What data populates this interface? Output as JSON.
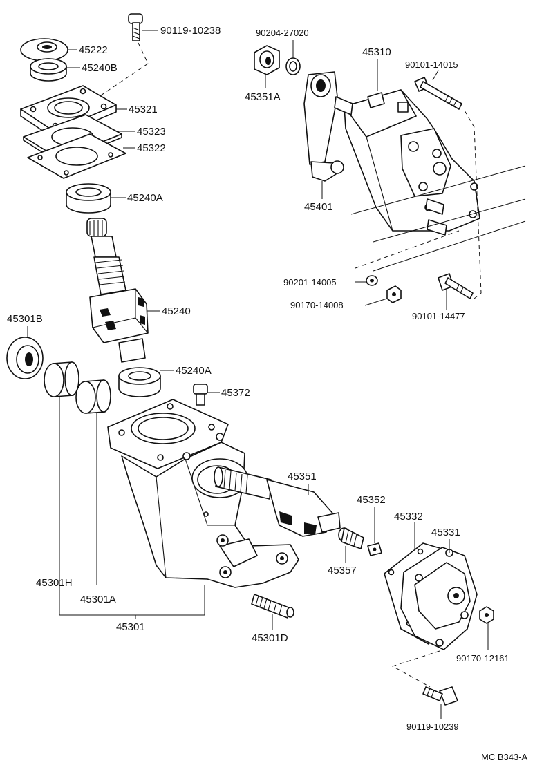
{
  "parts": [
    {
      "id": "p90119_10238",
      "label": "90119-10238"
    },
    {
      "id": "p45222",
      "label": "45222"
    },
    {
      "id": "p45240B",
      "label": "45240B"
    },
    {
      "id": "p45321",
      "label": "45321"
    },
    {
      "id": "p45323",
      "label": "45323"
    },
    {
      "id": "p45322",
      "label": "45322"
    },
    {
      "id": "p45240A_top",
      "label": "45240A"
    },
    {
      "id": "p45240",
      "label": "45240"
    },
    {
      "id": "p45240A_low",
      "label": "45240A"
    },
    {
      "id": "p45372",
      "label": "45372"
    },
    {
      "id": "p45301B",
      "label": "45301B"
    },
    {
      "id": "p45301H",
      "label": "45301H"
    },
    {
      "id": "p45301A",
      "label": "45301A"
    },
    {
      "id": "p45301",
      "label": "45301"
    },
    {
      "id": "p45301D",
      "label": "45301D"
    },
    {
      "id": "p45351",
      "label": "45351"
    },
    {
      "id": "p45352",
      "label": "45352"
    },
    {
      "id": "p45357",
      "label": "45357"
    },
    {
      "id": "p45332",
      "label": "45332"
    },
    {
      "id": "p45331",
      "label": "45331"
    },
    {
      "id": "p90170_12161",
      "label": "90170-12161"
    },
    {
      "id": "p90119_10239",
      "label": "90119-10239"
    },
    {
      "id": "p90204_27020",
      "label": "90204-27020"
    },
    {
      "id": "p45351A",
      "label": "45351A"
    },
    {
      "id": "p45310",
      "label": "45310"
    },
    {
      "id": "p90101_14015",
      "label": "90101-14015"
    },
    {
      "id": "p45401",
      "label": "45401"
    },
    {
      "id": "p90201_14005",
      "label": "90201-14005"
    },
    {
      "id": "p90170_14008",
      "label": "90170-14008"
    },
    {
      "id": "p90101_14477",
      "label": "90101-14477"
    }
  ],
  "reference_code": "MC B343-A"
}
